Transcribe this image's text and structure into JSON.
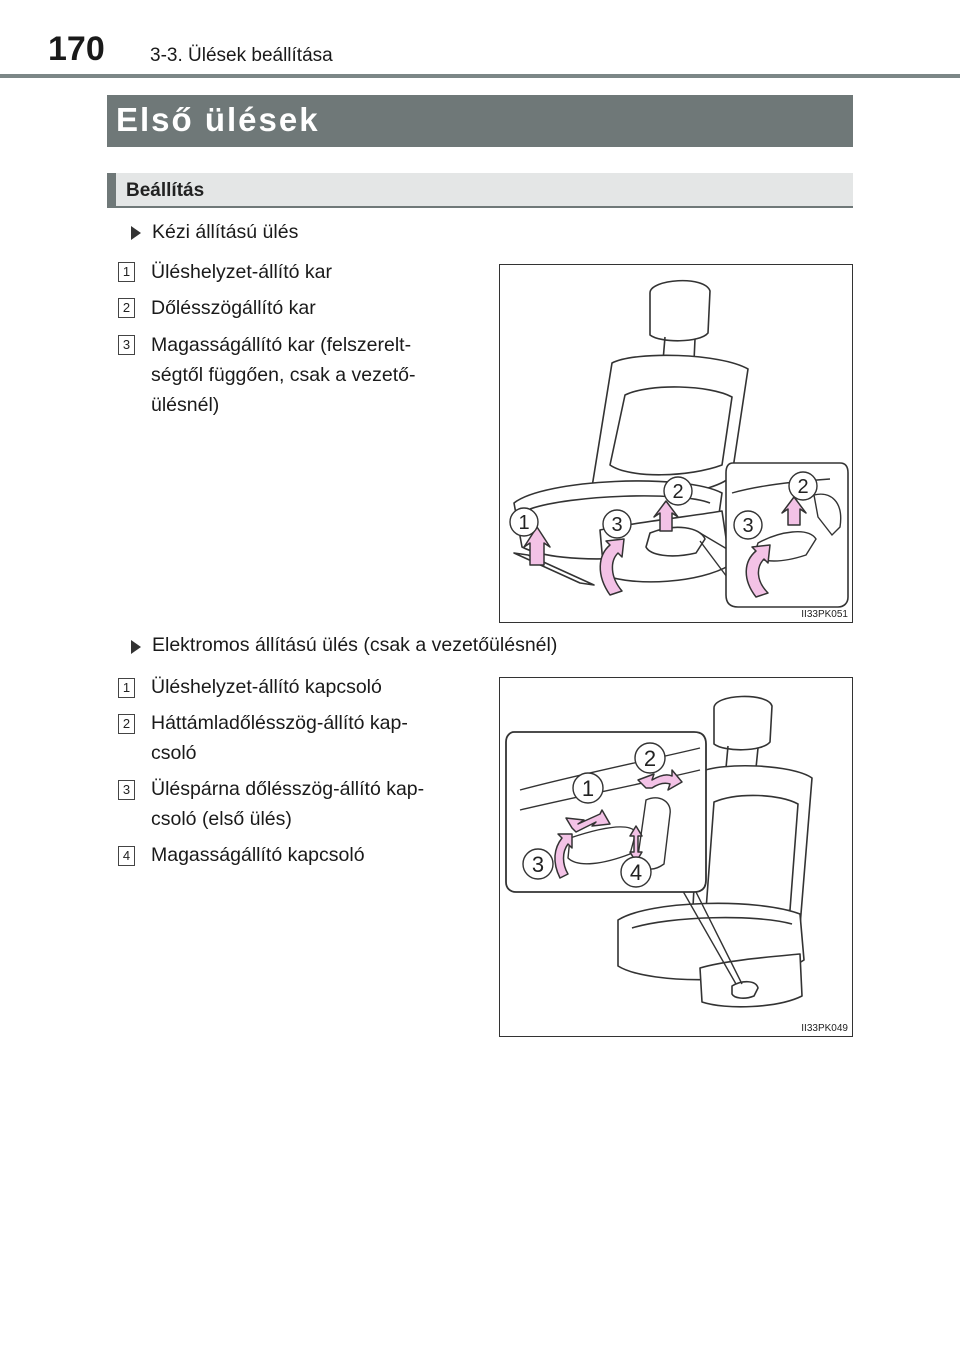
{
  "header": {
    "page_number": "170",
    "chapter": "3-3. Ülések beállítása"
  },
  "section": {
    "title": "Első ülések"
  },
  "subsection": {
    "title": "Beállítás"
  },
  "manual": {
    "heading": "Kézi állítású ülés",
    "items": [
      {
        "num": "1",
        "text": "Üléshelyzet-állító kar"
      },
      {
        "num": "2",
        "text": "Dőlésszögállító kar"
      },
      {
        "num": "3",
        "lines": [
          "Magasságállító kar (felszerelt-",
          "ségtől függően, csak a vezető-",
          "ülésnél)"
        ]
      }
    ],
    "figure": {
      "code": "II33PK051",
      "callouts": [
        "1",
        "2",
        "3",
        "2",
        "3"
      ]
    }
  },
  "power": {
    "heading": "Elektromos állítású ülés (csak a vezetőülésnél)",
    "items": [
      {
        "num": "1",
        "text": "Üléshelyzet-állító kapcsoló"
      },
      {
        "num": "2",
        "lines": [
          "Háttámladőlésszög-állító kap-",
          "csoló"
        ]
      },
      {
        "num": "3",
        "lines": [
          "Üléspárna dőlésszög-állító kap-",
          "csoló (első ülés)"
        ]
      },
      {
        "num": "4",
        "text": "Magasságállító kapcsoló"
      }
    ],
    "figure": {
      "code": "II33PK049",
      "callouts": [
        "1",
        "2",
        "3",
        "4"
      ]
    }
  },
  "colors": {
    "section_bar": "#6f7878",
    "arrow_fill": "#f3c2e6",
    "arrow_stroke": "#333333"
  }
}
